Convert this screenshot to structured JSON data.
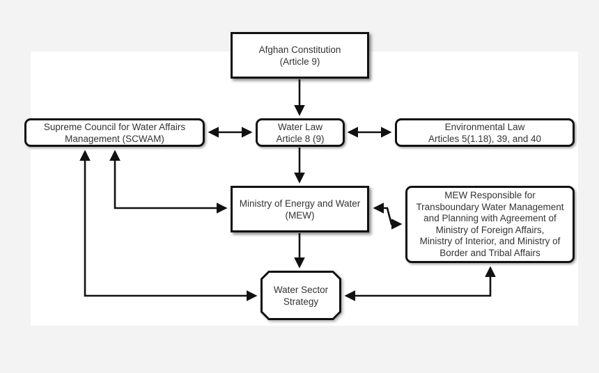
{
  "diagram": {
    "nodes": {
      "constitution": {
        "lines": [
          "Afghan Constitution",
          "(Article 9)"
        ]
      },
      "water_law": {
        "lines": [
          "Water Law",
          "Article 8 (9)"
        ]
      },
      "scwam": {
        "lines": [
          "Supreme Council for Water Affairs",
          "Management (SCWAM)"
        ]
      },
      "environmental_law": {
        "lines": [
          "Environmental Law",
          "Articles 5(1.18), 39, and 40"
        ]
      },
      "mew": {
        "lines": [
          "Ministry of Energy and Water",
          "(MEW)"
        ]
      },
      "mew_responsibility": {
        "lines": [
          "MEW Responsible for",
          "Transboundary Water Management",
          "and Planning with Agreement of",
          "Ministry of Foreign Affairs,",
          "Ministry of Interior, and Ministry of",
          "Border and Tribal Affairs"
        ]
      },
      "strategy": {
        "lines": [
          "Water Sector",
          "Strategy"
        ]
      }
    },
    "connections": [
      {
        "from": "constitution",
        "to": "water_law",
        "direction": "one-way"
      },
      {
        "from": "scwam",
        "to": "water_law",
        "direction": "two-way"
      },
      {
        "from": "water_law",
        "to": "environmental_law",
        "direction": "two-way"
      },
      {
        "from": "water_law",
        "to": "mew",
        "direction": "one-way"
      },
      {
        "from": "scwam",
        "to": "mew",
        "direction": "two-way"
      },
      {
        "from": "mew",
        "to": "mew_responsibility",
        "direction": "two-way"
      },
      {
        "from": "mew",
        "to": "strategy",
        "direction": "one-way"
      },
      {
        "from": "scwam",
        "to": "strategy",
        "direction": "two-way"
      },
      {
        "from": "strategy",
        "to": "mew_responsibility",
        "direction": "two-way"
      }
    ]
  }
}
